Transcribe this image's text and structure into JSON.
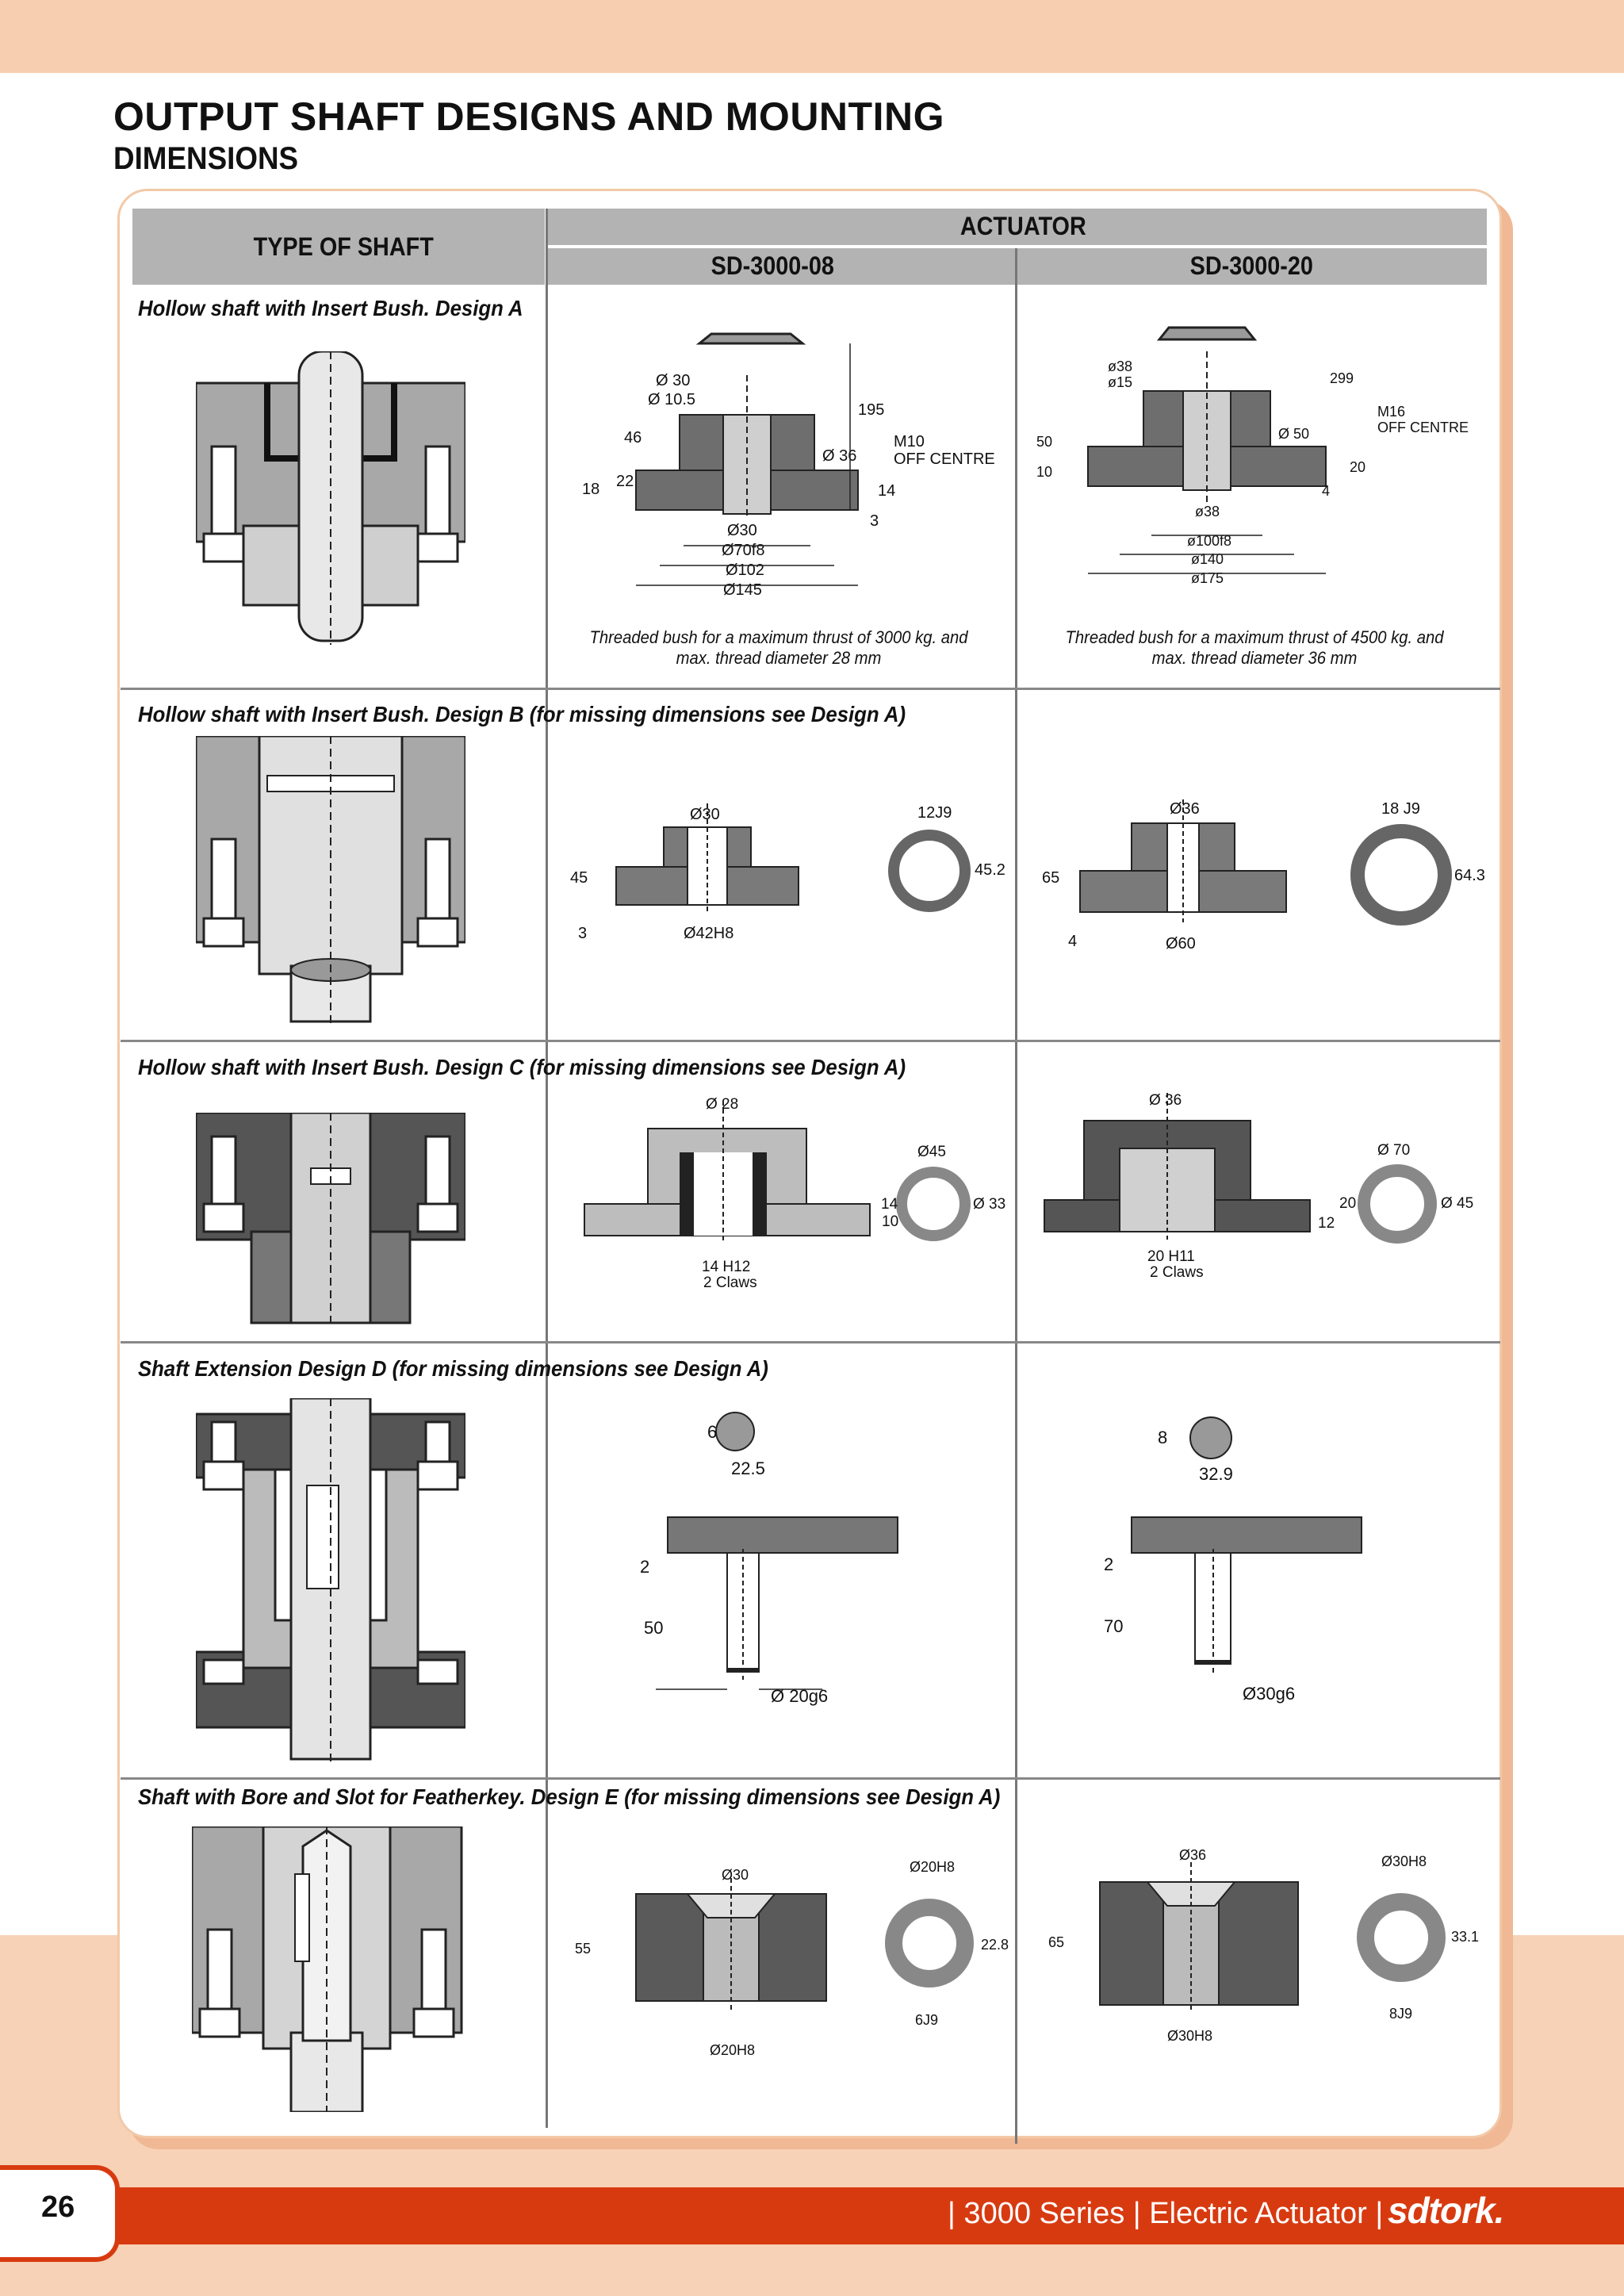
{
  "title": {
    "line1": "OUTPUT SHAFT DESIGNS AND MOUNTING",
    "line2": "DIMENSIONS"
  },
  "table": {
    "type_header": "TYPE OF SHAFT",
    "actuator_header": "ACTUATOR",
    "models": [
      "SD-3000-08",
      "SD-3000-20"
    ],
    "rows": [
      {
        "label": "Hollow shaft with Insert Bush. Design A",
        "caption_08": "Threaded bush for a maximum thrust of 3000 kg. and max. thread diameter 28 mm",
        "caption_20": "Threaded bush for a maximum thrust of 4500 kg. and max. thread diameter 36 mm",
        "dims_08": [
          "Ø 30",
          "Ø 10.5",
          "195",
          "46",
          "Ø 36",
          "M10",
          "OFF CENTRE",
          "18",
          "22",
          "14",
          "3",
          "Ø30",
          "Ø70f8",
          "Ø102",
          "Ø145"
        ],
        "dims_20": [
          "ø38",
          "ø15",
          "299",
          "M16",
          "OFF CENTRE",
          "50",
          "Ø 50",
          "10",
          "20",
          "4",
          "ø38",
          "ø100f8",
          "ø140",
          "ø175"
        ]
      },
      {
        "label": "Hollow shaft with Insert Bush. Design B (for missing dimensions see Design A)",
        "dims_08": [
          "Ø30",
          "12J9",
          "45",
          "45.2",
          "3",
          "Ø42H8"
        ],
        "dims_20": [
          "Ø36",
          "18 J9",
          "65",
          "64.3",
          "4",
          "Ø60"
        ]
      },
      {
        "label": "Hollow shaft with Insert Bush. Design C (for missing dimensions see Design A)",
        "dims_08": [
          "Ø 28",
          "Ø45",
          "14",
          "Ø 33",
          "10",
          "14 H12",
          "2 Claws"
        ],
        "dims_20": [
          "Ø 36",
          "Ø 70",
          "20",
          "Ø 45",
          "12",
          "20 H11",
          "2 Claws"
        ]
      },
      {
        "label": "Shaft Extension Design D (for missing dimensions see Design A)",
        "dims_08": [
          "6",
          "22.5",
          "2",
          "50",
          "Ø 20g6"
        ],
        "dims_20": [
          "8",
          "32.9",
          "2",
          "70",
          "Ø30g6"
        ]
      },
      {
        "label": "Shaft with Bore and Slot for Featherkey. Design E (for missing dimensions see Design A)",
        "dims_08": [
          "Ø30",
          "Ø20H8",
          "55",
          "22.8",
          "6J9",
          "Ø20H8"
        ],
        "dims_20": [
          "Ø36",
          "Ø30H8",
          "65",
          "33.1",
          "8J9",
          "Ø30H8"
        ]
      }
    ]
  },
  "footer": {
    "page_number": "26",
    "series_text": "| 3000 Series  |  Electric Actuator |",
    "brand": "sdtork."
  },
  "colors": {
    "accent": "#d83a10",
    "peach": "#f7d2b6",
    "header_gray": "#b3b3b3"
  }
}
